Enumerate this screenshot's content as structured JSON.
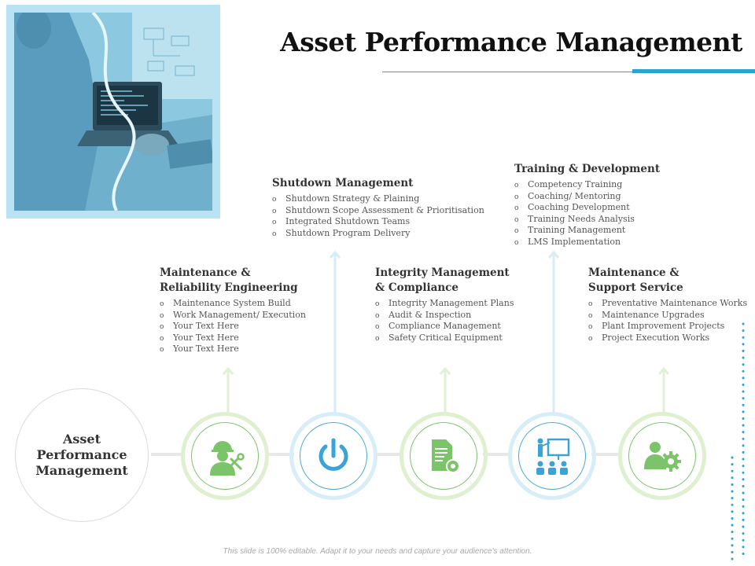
{
  "slide": {
    "title": "Asset Performance Management",
    "center_label": "Asset Performance Management",
    "footer": "This slide is 100% editable. Adapt it to your needs and capture your audience's attention."
  },
  "colors": {
    "accent_blue": "#2da3cf",
    "green": "#7cc46a",
    "icon_blue": "#3aa3d8"
  },
  "blocks": {
    "shutdown": {
      "title": "Shutdown Management",
      "items": [
        "Shutdown Strategy & Plaining",
        "Shutdown Scope Assessment & Prioritisation",
        "Integrated Shutdown Teams",
        "Shutdown Program Delivery"
      ]
    },
    "training": {
      "title": "Training & Development",
      "items": [
        "Competency Training",
        "Coaching/ Mentoring",
        "Coaching Development",
        "Training Needs Analysis",
        "Training Management",
        "LMS Implementation"
      ]
    },
    "reliability": {
      "title_line1": "Maintenance &",
      "title_line2": "Reliability Engineering",
      "items": [
        "Maintenance System Build",
        "Work Management/ Execution",
        "Your Text Here",
        "Your Text Here",
        "Your Text Here"
      ]
    },
    "integrity": {
      "title_line1": "Integrity Management",
      "title_line2": "& Compliance",
      "items": [
        "Integrity Management Plans",
        "Audit & Inspection",
        "Compliance Management",
        "Safety Critical Equipment"
      ]
    },
    "support": {
      "title_line1": "Maintenance &",
      "title_line2": "Support Service",
      "items": [
        "Preventative Maintenance Works",
        "Maintenance Upgrades",
        "Plant Improvement Projects",
        "Project Execution Works"
      ]
    }
  },
  "icons": [
    "engineer-wrench-icon",
    "power-icon",
    "document-gear-icon",
    "presentation-audience-icon",
    "user-gear-icon"
  ]
}
